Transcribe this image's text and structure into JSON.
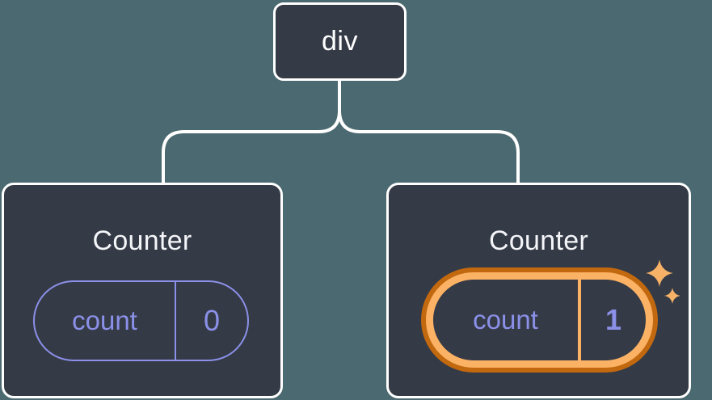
{
  "canvas": {
    "kind": "component-tree-diagram",
    "background": "#4b6970"
  },
  "tree": {
    "root": {
      "label": "div"
    },
    "children": [
      {
        "title": "Counter",
        "state": {
          "key": "count",
          "value": "0"
        },
        "highlighted": false
      },
      {
        "title": "Counter",
        "state": {
          "key": "count",
          "value": "1"
        },
        "highlighted": true,
        "badge_icon": "sparkles-icon"
      }
    ]
  },
  "colors": {
    "background": "#4b6970",
    "node_fill": "#343a46",
    "node_border": "#ffffff",
    "connector_line": "#ffffff",
    "state_accent": "#8b90e8",
    "highlight_ring_outer": "#c2690f",
    "highlight_ring_inner": "#fbb264",
    "sparkle": "#f7b267",
    "title_text": "#f4f5f8"
  }
}
